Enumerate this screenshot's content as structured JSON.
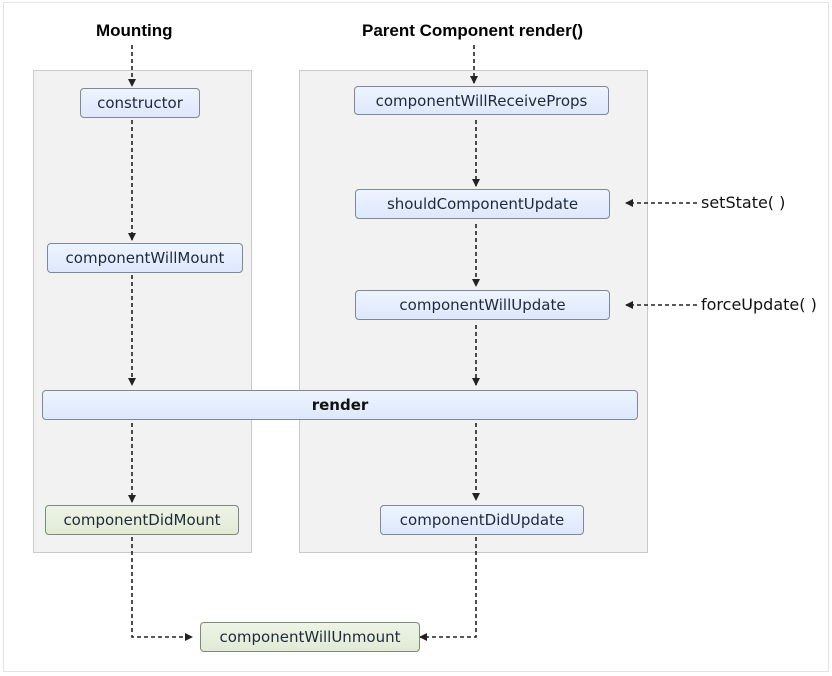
{
  "headings": {
    "mounting": "Mounting",
    "parent_render": "Parent Component render()"
  },
  "nodes": {
    "constructor": "constructor",
    "component_will_mount": "componentWillMount",
    "component_will_receive_props": "componentWillReceiveProps",
    "should_component_update": "shouldComponentUpdate",
    "component_will_update": "componentWillUpdate",
    "render": "render",
    "component_did_mount": "componentDidMount",
    "component_did_update": "componentDidUpdate",
    "component_will_unmount": "componentWillUnmount"
  },
  "side_triggers": {
    "set_state": "setState( )",
    "force_update": "forceUpdate( )"
  },
  "colors": {
    "node_blue": "#dde8fb",
    "node_green": "#e1ead6",
    "panel": "#f2f2f2",
    "arrow": "#222222"
  }
}
